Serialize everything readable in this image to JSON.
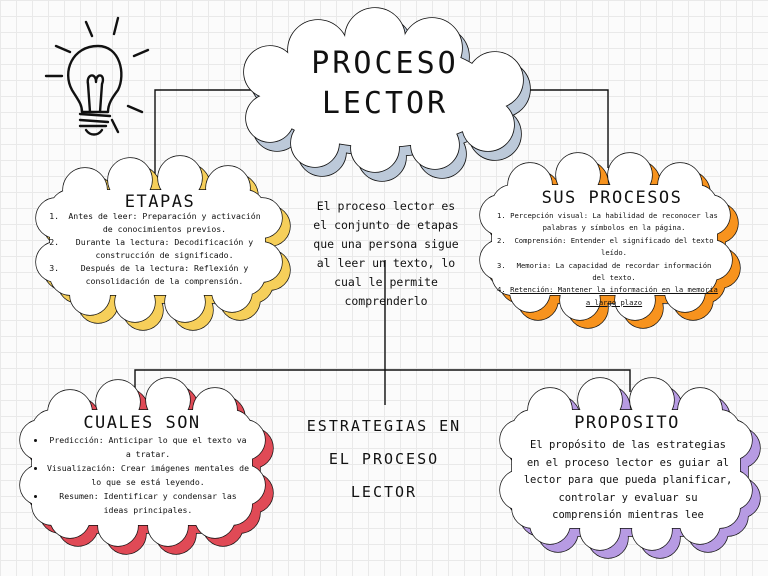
{
  "title": "PROCESO LECTOR",
  "etapas": {
    "title": "ETAPAS",
    "items": [
      "Antes de leer: Preparación y activación de conocimientos previos.",
      "Durante la lectura: Decodificación y construcción de significado.",
      "Después de la lectura: Reflexión y consolidación de la comprensión."
    ]
  },
  "center_text": "El proceso lector es el conjunto de etapas que una persona sigue al leer un texto, lo cual le permite comprenderlo",
  "sus_procesos": {
    "title": "SUS PROCESOS",
    "items": [
      "Percepción visual: La habilidad de reconocer las palabras y símbolos en la página.",
      "Comprensión: Entender el significado del texto leído.",
      "Memoria: La capacidad de recordar información del texto.",
      "Retención: Mantener la información en la memoria a largo plazo"
    ]
  },
  "cuales_son": {
    "title": "CUALES SON",
    "items": [
      "Predicción: Anticipar lo que el texto va a tratar.",
      "Visualización: Crear imágenes mentales de lo que se está leyendo.",
      "Resumen: Identificar y condensar las ideas principales."
    ]
  },
  "estrategias_title": "ESTRATEGIAS EN EL PROCESO LECTOR",
  "proposito": {
    "title": "PROPOSITO",
    "text": "El propósito de las estrategias en el proceso lector es guiar al lector para que pueda planificar, controlar y evaluar su comprensión mientras lee"
  },
  "colors": {
    "title_shadow": "#bcc9d9",
    "etapas_shadow": "#f6cf5a",
    "procesos_shadow": "#f7931e",
    "cuales_shadow": "#e04a56",
    "proposito_shadow": "#b79be3"
  },
  "icons": [
    "lightbulb-icon"
  ]
}
